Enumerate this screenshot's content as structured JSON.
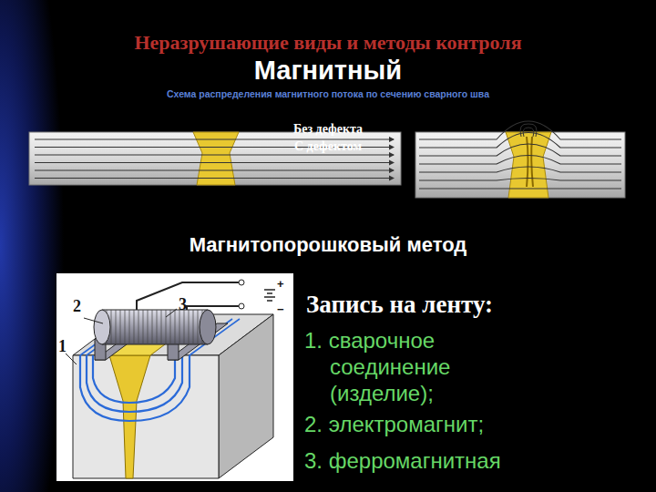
{
  "diagram": {
    "title": "Неразрушающие виды и методы контроля",
    "labels": [
      "Магнитный",
      "Схема распределения магнитного потока по сечению сварного шва",
      "Без дефекта",
      "С дефектом",
      "Магнитопорошковый метод",
      "2",
      "3",
      "1",
      "+",
      "−",
      "Запись на ленту:",
      "1. сварочное соединение (изделие);",
      "2. электромагнит;",
      "3. ферромагнитная"
    ]
  }
}
